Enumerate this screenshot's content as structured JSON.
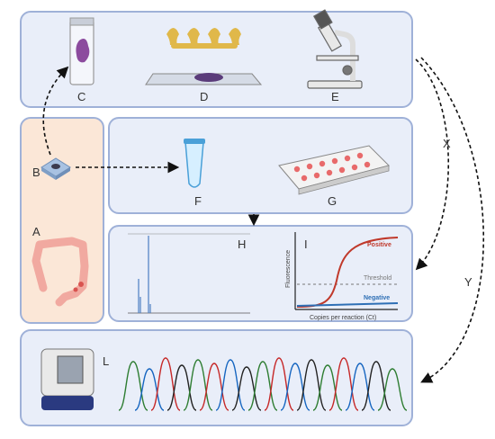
{
  "labels": {
    "A": "A",
    "B": "B",
    "C": "C",
    "D": "D",
    "E": "E",
    "F": "F",
    "G": "G",
    "H": "H",
    "I": "I",
    "L": "L",
    "X": "X",
    "Y": "Y"
  },
  "qpcr_chart": {
    "ylabel": "Fluorescence",
    "xlabel": "Copies per reaction (Ct)",
    "positive": "Positive",
    "threshold": "Threshold",
    "negative": "Negative"
  },
  "colors": {
    "panel_fill": "#e9eef9",
    "panel_border": "#9fb1d8",
    "specimen_panel_fill": "#fbe7d7",
    "positive": "#c0392b",
    "negative": "#2e6fb5",
    "electropherogram_peaks": "#4a7ec2"
  }
}
